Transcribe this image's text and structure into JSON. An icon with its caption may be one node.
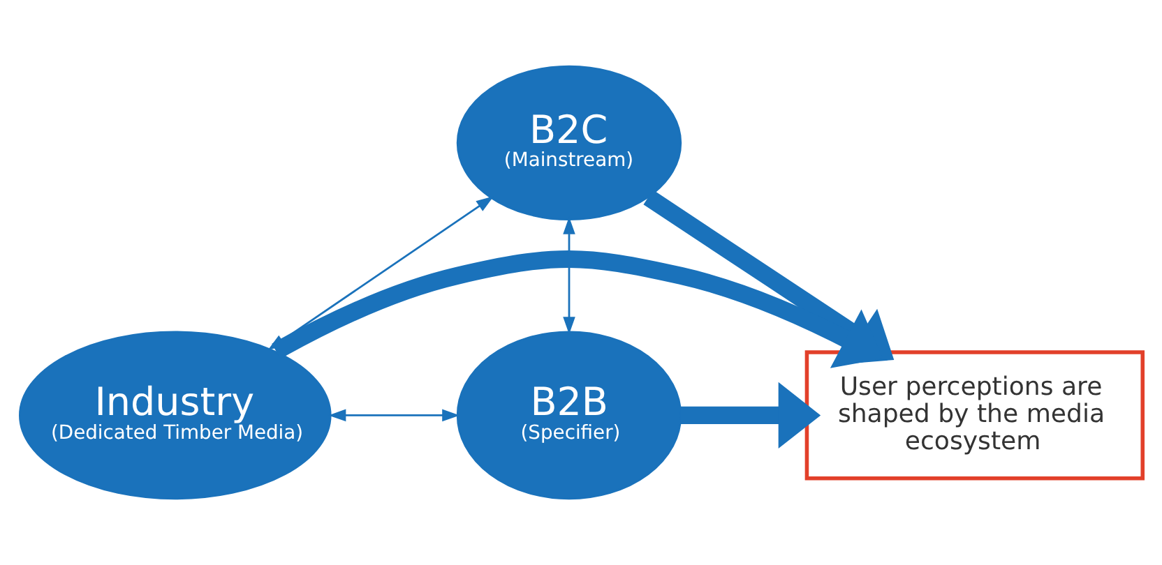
{
  "diagram": {
    "nodes": [
      {
        "text": [
          "B2C",
          "(Mainstream)"
        ]
      },
      {
        "text": [
          "Industry",
          "(Dedicated Timber Media)"
        ]
      },
      {
        "text": [
          "User perceptions are shaped by the media ecosystem"
        ]
      },
      {
        "text": [
          "B2B",
          "(Specifier)"
        ]
      }
    ],
    "edges": [
      {
        "from": 0,
        "to": 1,
        "arrow": "both"
      },
      {
        "from": 0,
        "to": 3,
        "arrow": "both"
      },
      {
        "from": 0,
        "to": 2,
        "arrow": "to",
        "style": "thick"
      },
      {
        "from": 1,
        "to": 2,
        "arrow": "to",
        "style": "thick"
      },
      {
        "from": 3,
        "to": 2,
        "arrow": "to",
        "style": "thick"
      },
      {
        "from": 1,
        "to": 3,
        "arrow": "both"
      }
    ]
  }
}
